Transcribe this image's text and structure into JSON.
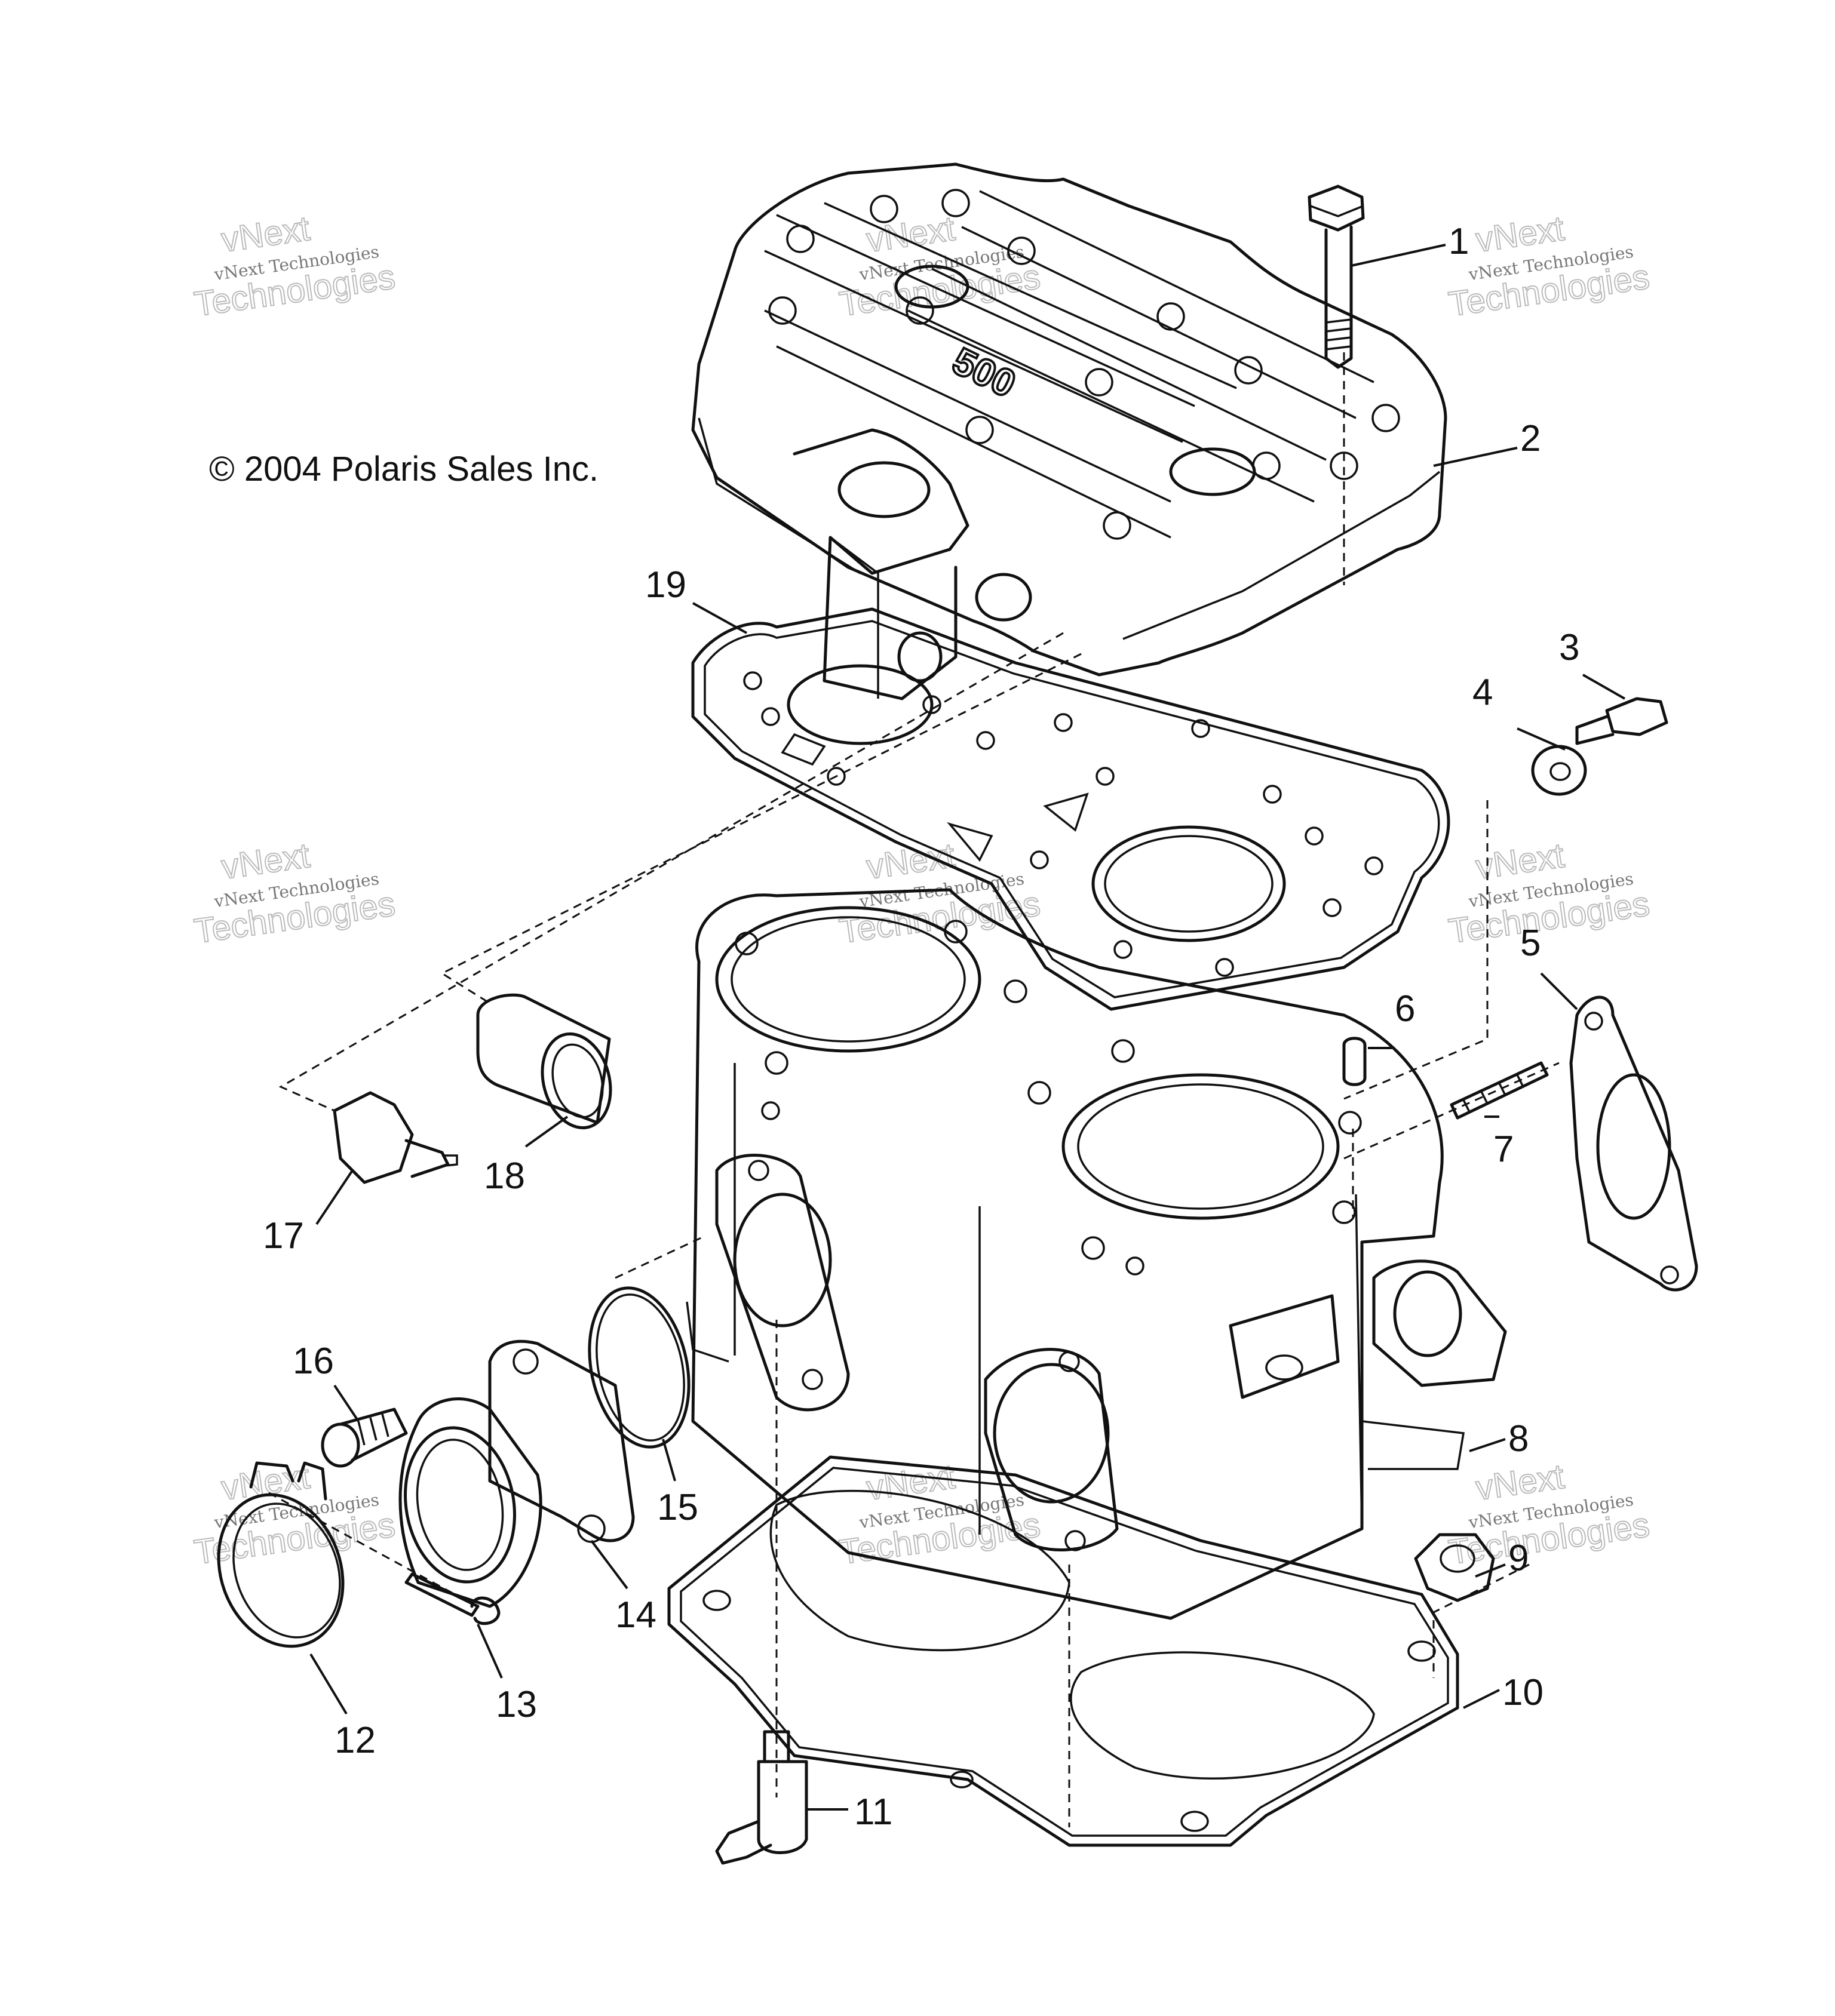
{
  "copyright": "© 2004 Polaris Sales Inc.",
  "head_logo_text": "500",
  "watermark": {
    "line_small": "vNext Technologies",
    "line_outline_1": "vNext",
    "line_outline_2": "Technologies"
  },
  "callouts": [
    "1",
    "2",
    "3",
    "4",
    "5",
    "6",
    "7",
    "8",
    "9",
    "10",
    "11",
    "12",
    "13",
    "14",
    "15",
    "16",
    "17",
    "18",
    "19"
  ]
}
